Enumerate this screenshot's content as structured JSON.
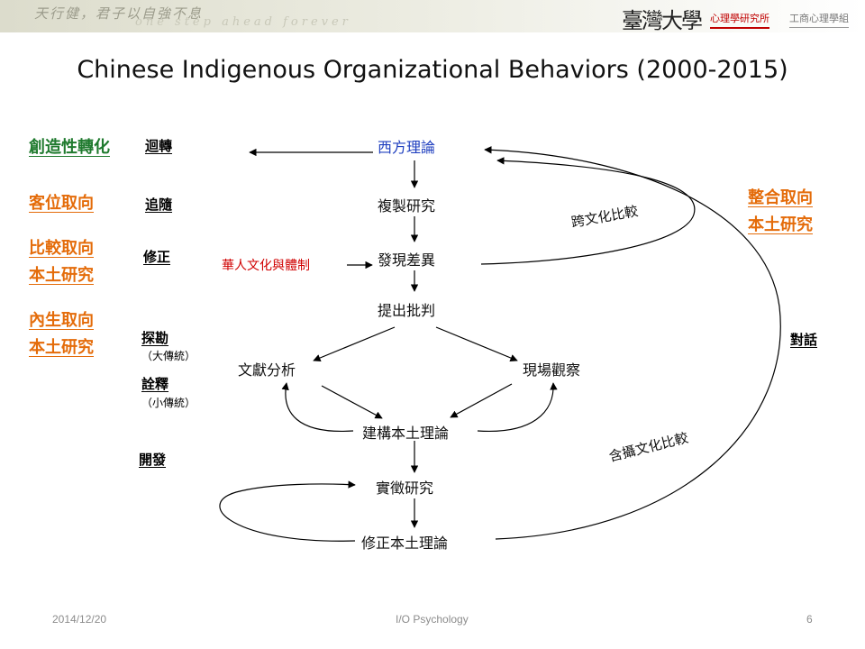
{
  "header": {
    "calligraphy": "天行健，君子以自強不息",
    "motto": "one step ahead forever",
    "university": "臺灣大學",
    "institute": "心理學研究所",
    "division": "工商心理學組"
  },
  "title": "Chinese Indigenous Organizational Behaviors (2000-2015)",
  "left_labels": {
    "green": "創造性轉化",
    "orange_1": "客位取向",
    "orange_2": [
      "比較取向",
      "本土研究"
    ],
    "orange_3": [
      "內生取向",
      "本土研究"
    ]
  },
  "stage_labels": {
    "huizhuan": "迴轉",
    "zhuisui": "追隨",
    "xiuzheng": "修正",
    "tankan": "探勘",
    "tankan_sub": "（大傳統）",
    "quanshi": "詮釋",
    "quanshi_sub": "（小傳統）",
    "kaifa": "開發"
  },
  "right_labels": {
    "integration": [
      "整合取向",
      "本土研究"
    ],
    "dialogue": "對話"
  },
  "nodes": {
    "western": "西方理論",
    "replicate": "複製研究",
    "discover": "發現差異",
    "critique": "提出批判",
    "literature": "文獻分析",
    "field": "現場觀察",
    "construct": "建構本土理論",
    "empirical": "實徵研究",
    "revise": "修正本土理論"
  },
  "annotations": {
    "chinese_culture": "華人文化與體制",
    "cross_cultural": "跨文化比較",
    "inclusive": "含攝文化比較"
  },
  "footer": {
    "date": "2014/12/20",
    "course": "I/O Psychology",
    "page": "6"
  },
  "colors": {
    "green": "#1f7a2e",
    "orange": "#e46c0a",
    "blue": "#1f3fbf",
    "red": "#d00000"
  }
}
